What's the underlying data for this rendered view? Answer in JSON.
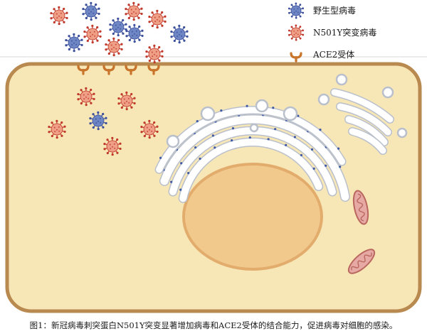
{
  "legend": {
    "wild_type": "野生型病毒",
    "mutant": "N501Y突变病毒",
    "receptor": "ACE2受体"
  },
  "caption": "图1：新冠病毒刺突蛋白N501Y突变显著增加病毒和ACE2受体的结合能力，促进病毒对细胞的感染。",
  "colors": {
    "wild_type_body": "#6f86c4",
    "wild_type_spike": "#3b4f9c",
    "mutant_body": "#ef9f86",
    "mutant_spike": "#c0392b",
    "receptor": "#c8742a",
    "cell_fill": "#f8e7b6",
    "cell_border": "#b98a4f",
    "nucleus_fill": "#f2c98d",
    "nucleus_border": "#e2ac6c",
    "er_fill": "#ffffff",
    "er_border": "#b9c0cc",
    "ribosome": "#3f5aa6",
    "mito_fill": "#e6a9a4",
    "mito_border": "#b9675f"
  },
  "icons": [
    "wild-type-virus-icon",
    "mutant-virus-icon",
    "ace2-receptor-icon"
  ]
}
